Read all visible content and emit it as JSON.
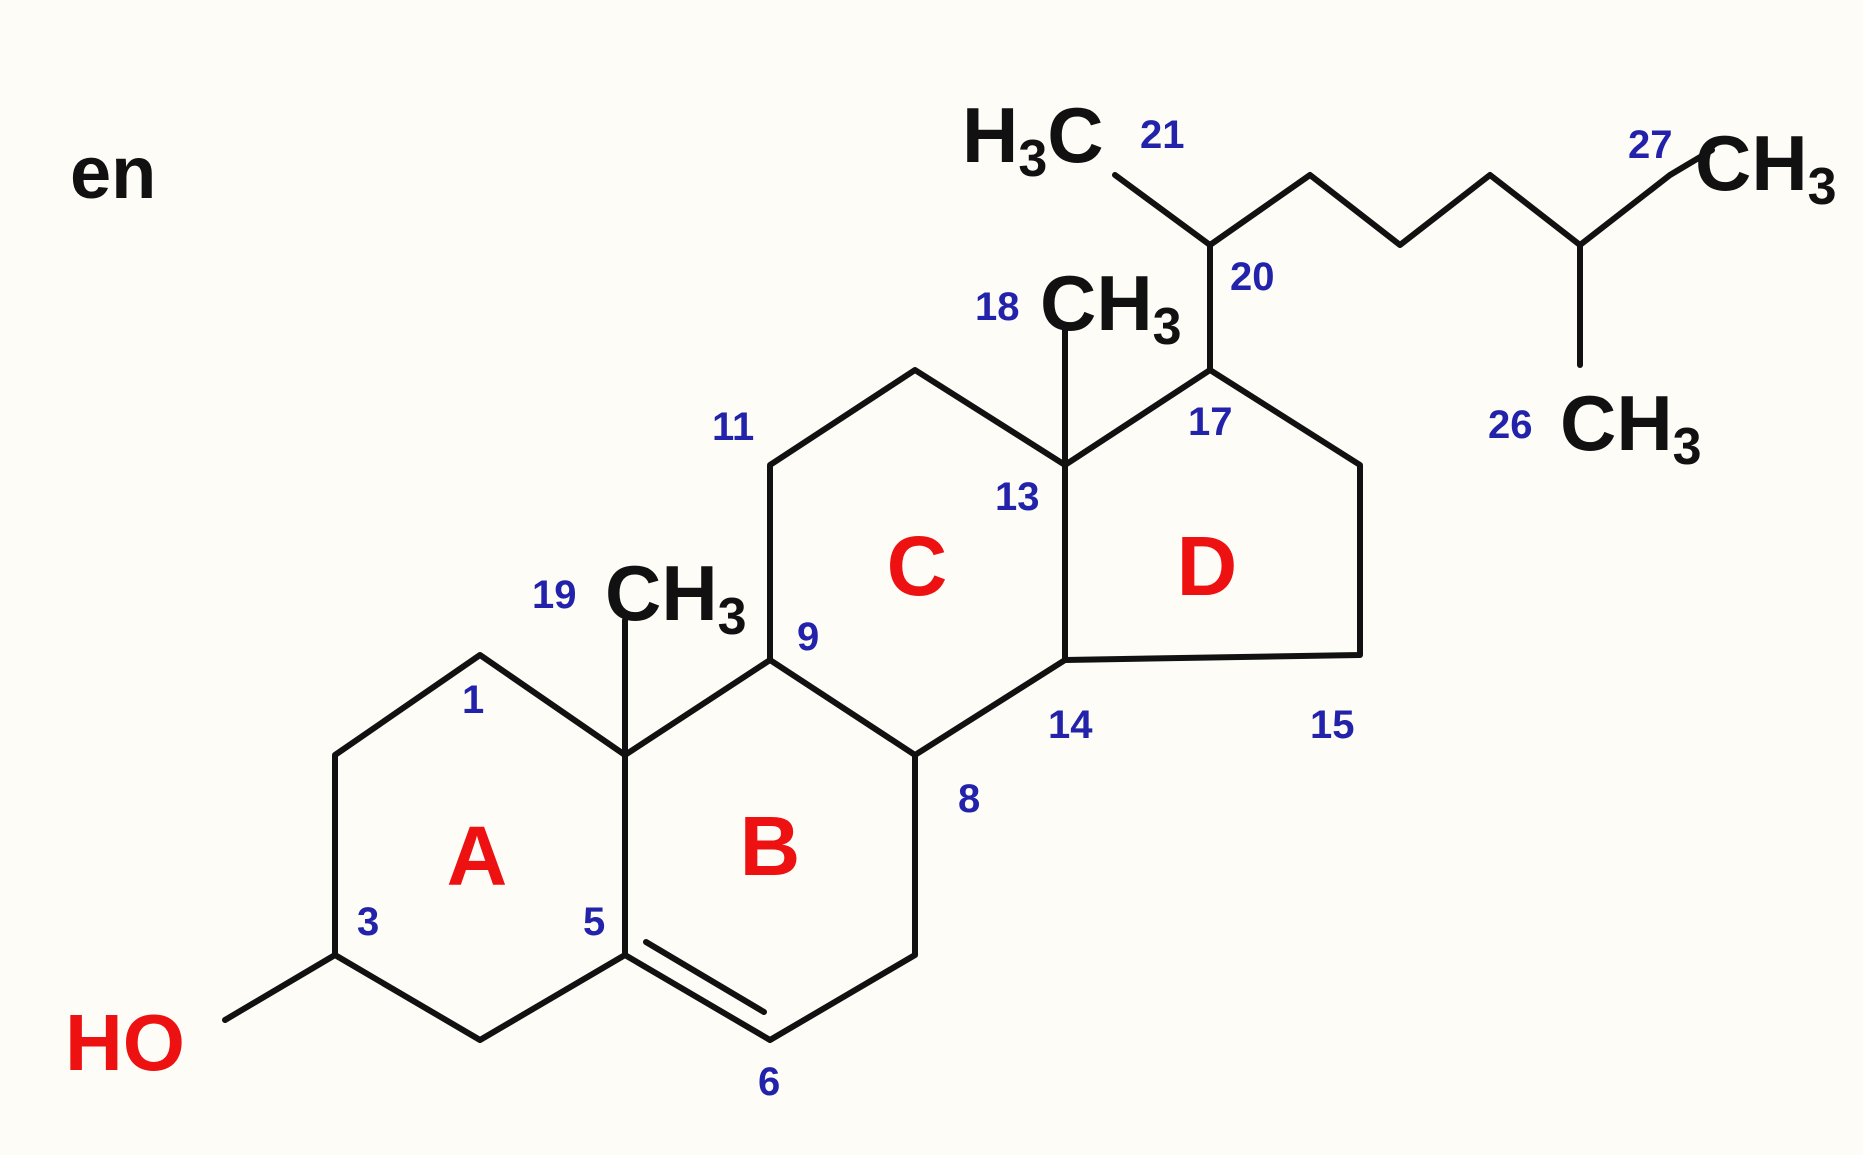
{
  "language_label": "en",
  "groups": {
    "hydroxyl": "HO",
    "methyl_main": "CH",
    "methyl_left": "H",
    "methyl_left_carbon": "C",
    "subscript": "3"
  },
  "ring_labels": [
    "A",
    "B",
    "C",
    "D"
  ],
  "atom_numbers": {
    "c1": "1",
    "c3": "3",
    "c5": "5",
    "c6": "6",
    "c8": "8",
    "c9": "9",
    "c11": "11",
    "c13": "13",
    "c14": "14",
    "c15": "15",
    "c17": "17",
    "c18": "18",
    "c19": "19",
    "c20": "20",
    "c21": "21",
    "c26": "26",
    "c27": "27"
  },
  "colors": {
    "bond": "#111111",
    "atom_number": "#2222aa",
    "ring_label": "#ee1111",
    "hydroxyl": "#ee1111"
  }
}
